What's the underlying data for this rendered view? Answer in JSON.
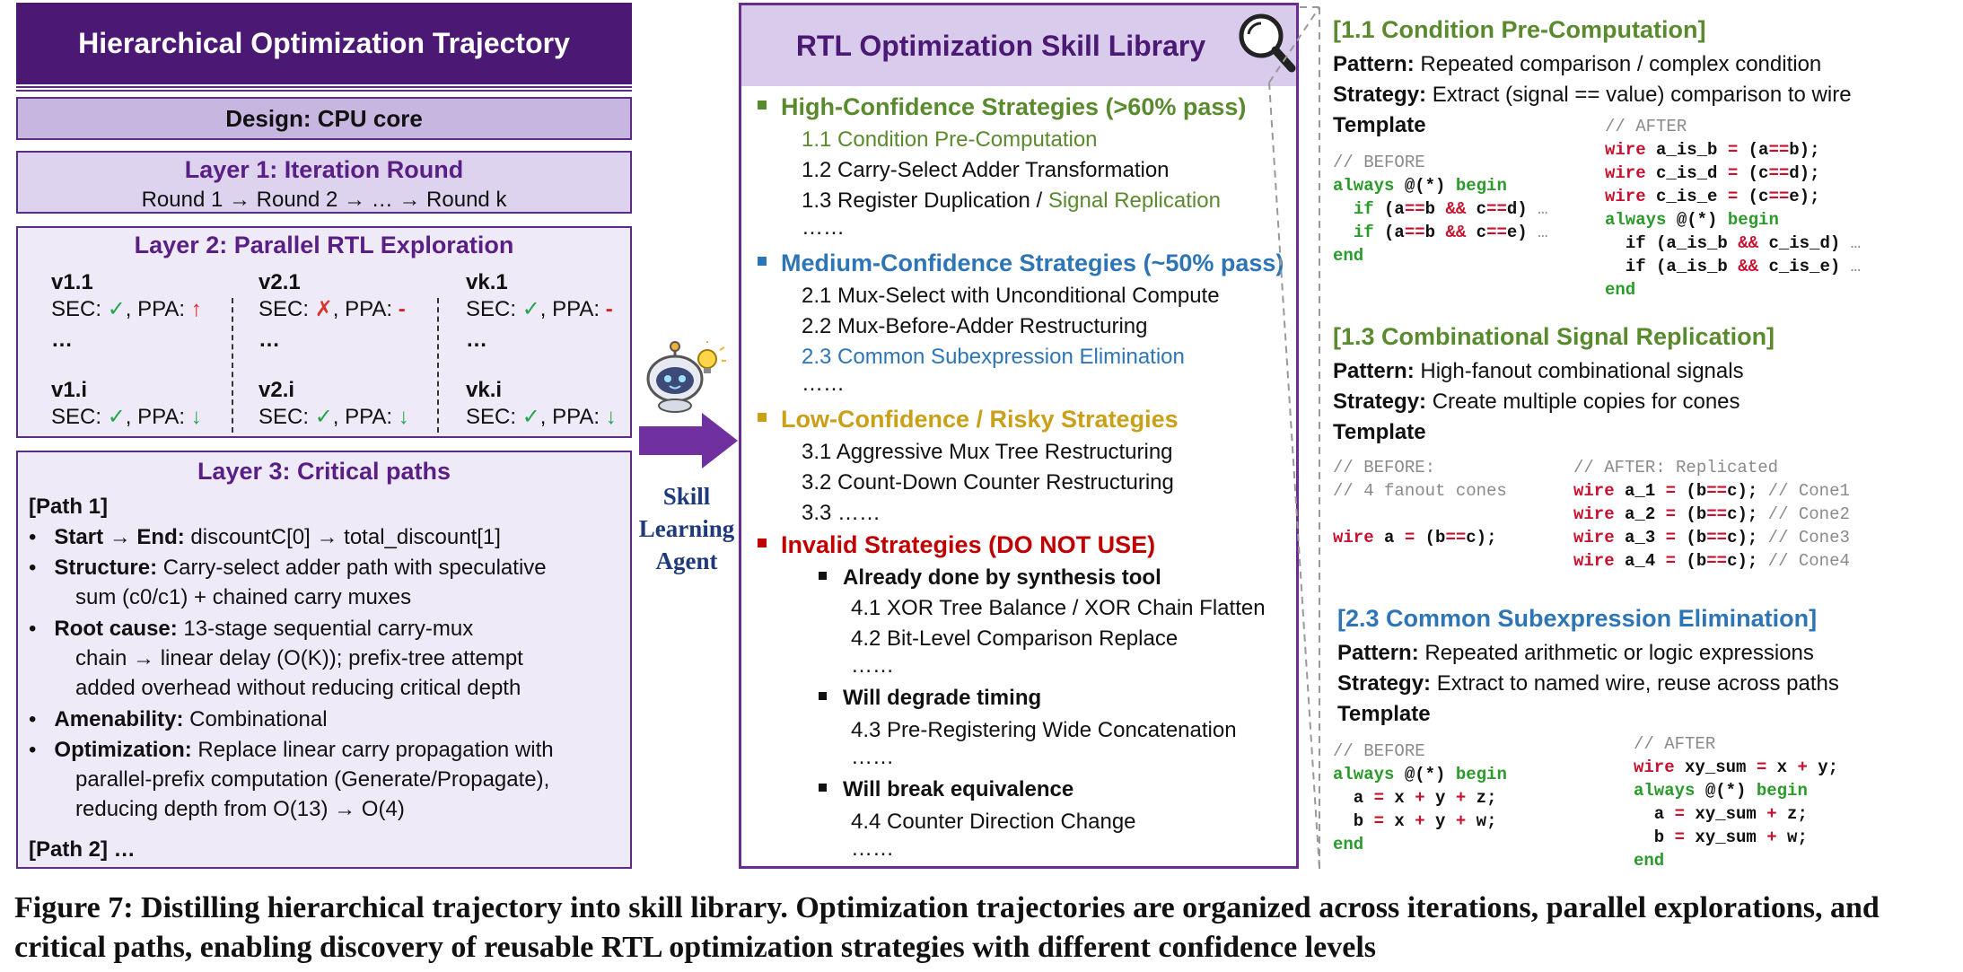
{
  "left": {
    "title": "Hierarchical Optimization Trajectory",
    "design": "Design: CPU core",
    "layer1": {
      "heading": "Layer 1: Iteration Round",
      "text": "Round 1 → Round 2 → … → Round k"
    },
    "layer2": {
      "heading": "Layer 2: Parallel RTL Exploration",
      "cells": [
        {
          "version": "v1.1",
          "sec_label": "SEC: ",
          "sec_mark": "✓",
          "ppa_label": ", PPA: ",
          "ppa_mark": "↑"
        },
        {
          "version": "v2.1",
          "sec_label": "SEC: ",
          "sec_mark": "✗",
          "ppa_label": ", PPA: ",
          "ppa_mark": "-"
        },
        {
          "version": "vk.1",
          "sec_label": "SEC: ",
          "sec_mark": "✓",
          "ppa_label": ", PPA: ",
          "ppa_mark": "-"
        },
        {
          "version": "v1.i",
          "sec_label": "SEC: ",
          "sec_mark": "✓",
          "ppa_label": ", PPA: ",
          "ppa_mark": "↓"
        },
        {
          "version": "v2.i",
          "sec_label": "SEC: ",
          "sec_mark": "✓",
          "ppa_label": ", PPA: ",
          "ppa_mark": "↓"
        },
        {
          "version": "vk.i",
          "sec_label": "SEC: ",
          "sec_mark": "✓",
          "ppa_label": ", PPA: ",
          "ppa_mark": "↓"
        }
      ],
      "ellipsis": "…"
    },
    "layer3": {
      "heading": "Layer 3: Critical paths",
      "path1": "[Path 1]",
      "start_label": "Start → End:",
      "start_text": " discountC[0] → total_discount[1]",
      "structure_label": "Structure:",
      "structure_text1": " Carry-select adder path with speculative",
      "structure_text2": "sum (c0/c1) + chained carry muxes",
      "root_label": "Root cause:",
      "root_text1": " 13-stage sequential carry-mux",
      "root_text2": "chain → linear delay (O(K)); prefix-tree attempt",
      "root_text3": "added overhead without reducing critical depth",
      "amen_label": "Amenability:",
      "amen_text": " Combinational",
      "opt_label": "Optimization:",
      "opt_text1": " Replace linear carry propagation with",
      "opt_text2": "parallel-prefix computation (Generate/Propagate),",
      "opt_text3": "reducing depth from O(13) → O(4)",
      "path2": "[Path 2] …"
    }
  },
  "agent": {
    "line1": "Skill",
    "line2": "Learning",
    "line3": "Agent"
  },
  "middle": {
    "title": "RTL Optimization Skill Library",
    "high": {
      "heading": "High-Confidence Strategies (>60% pass)",
      "items": [
        "1.1 Condition Pre-Computation",
        "1.2 Carry-Select Adder Transformation",
        "1.3 Register Duplication / ",
        "Signal Replication",
        "……"
      ]
    },
    "medium": {
      "heading": "Medium-Confidence Strategies (~50% pass)",
      "items": [
        "2.1 Mux-Select with Unconditional Compute",
        "2.2 Mux-Before-Adder Restructuring",
        "2.3 Common Subexpression Elimination",
        "……"
      ]
    },
    "low": {
      "heading": "Low-Confidence / Risky Strategies",
      "items": [
        "3.1 Aggressive Mux Tree Restructuring",
        "3.2 Count-Down Counter Restructuring",
        "3.3 ……"
      ]
    },
    "invalid": {
      "heading": "Invalid Strategies (DO NOT USE)",
      "sub1": "Already done by synthesis tool",
      "sub1_items": [
        "4.1 XOR Tree Balance / XOR Chain Flatten",
        "4.2 Bit-Level Comparison Replace",
        "……"
      ],
      "sub2": "Will degrade timing",
      "sub2_items": [
        "4.3 Pre-Registering Wide Concatenation",
        "……"
      ],
      "sub3": "Will break equivalence",
      "sub3_items": [
        "4.4 Counter Direction Change",
        "……"
      ]
    }
  },
  "right": {
    "s1": {
      "heading": "[1.1 Condition Pre-Computation]",
      "pattern_label": "Pattern:",
      "pattern": " Repeated comparison / complex condition",
      "strategy_label": "Strategy:",
      "strategy": " Extract (signal == value) comparison to wire",
      "template": "Template"
    },
    "s2": {
      "heading": "[1.3 Combinational Signal Replication]",
      "pattern_label": "Pattern:",
      "pattern": " High-fanout combinational signals",
      "strategy_label": "Strategy:",
      "strategy": " Create multiple copies for  cones",
      "template": "Template"
    },
    "s3": {
      "heading": "[2.3 Common Subexpression Elimination]",
      "pattern_label": "Pattern:",
      "pattern": " Repeated arithmetic or logic expressions",
      "strategy_label": "Strategy:",
      "strategy": " Extract to named wire, reuse across paths",
      "template": "Template"
    }
  },
  "caption": {
    "text": "Figure 7: Distilling hierarchical trajectory into skill library. Optimization trajectories are organized across iterations, parallel explorations, and critical paths, enabling discovery of reusable RTL optimization strategies with different confidence levels"
  },
  "colors": {
    "purple_dark": "#4b1873",
    "green": "#5a8a2e",
    "blue": "#2e75b6",
    "gold": "#c9a018",
    "red": "#c00000"
  }
}
